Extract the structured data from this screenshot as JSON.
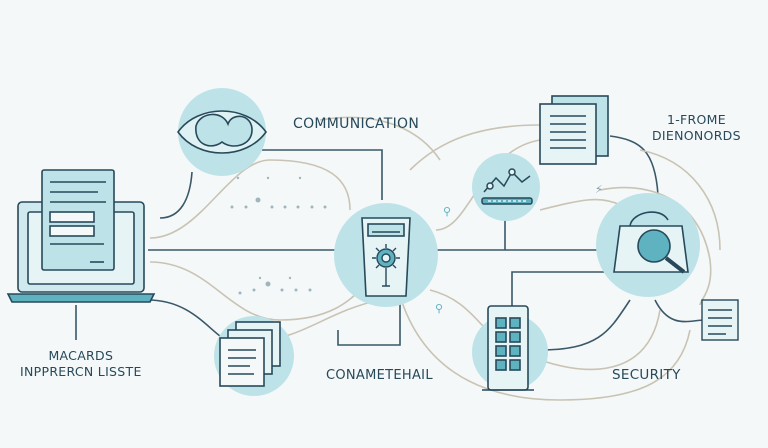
{
  "labels": {
    "communication": "COMMUNICATION",
    "frome_line1": "1-FROME",
    "frome_line2": "DIENONORDS",
    "macards_line1": "MACARDS",
    "macards_line2": "INPPRERCN LISSTE",
    "connection": "CONAMETEHAIL",
    "security": "SECURITY"
  },
  "colors": {
    "background": "#f4f8f9",
    "circle_fill": "#bde3e8",
    "icon_fill": "#dff1f3",
    "stroke": "#27495a",
    "line_beige": "#c9c3b3",
    "accent": "#5fb3c1"
  },
  "icons": {
    "laptop": "laptop-icon",
    "eye": "eye-icon",
    "server": "server-icon",
    "gear": "gear-icon",
    "documents": "documents-icon",
    "tools": "tools-icon",
    "search": "magnifier-icon",
    "tower": "server-tower-icon"
  }
}
